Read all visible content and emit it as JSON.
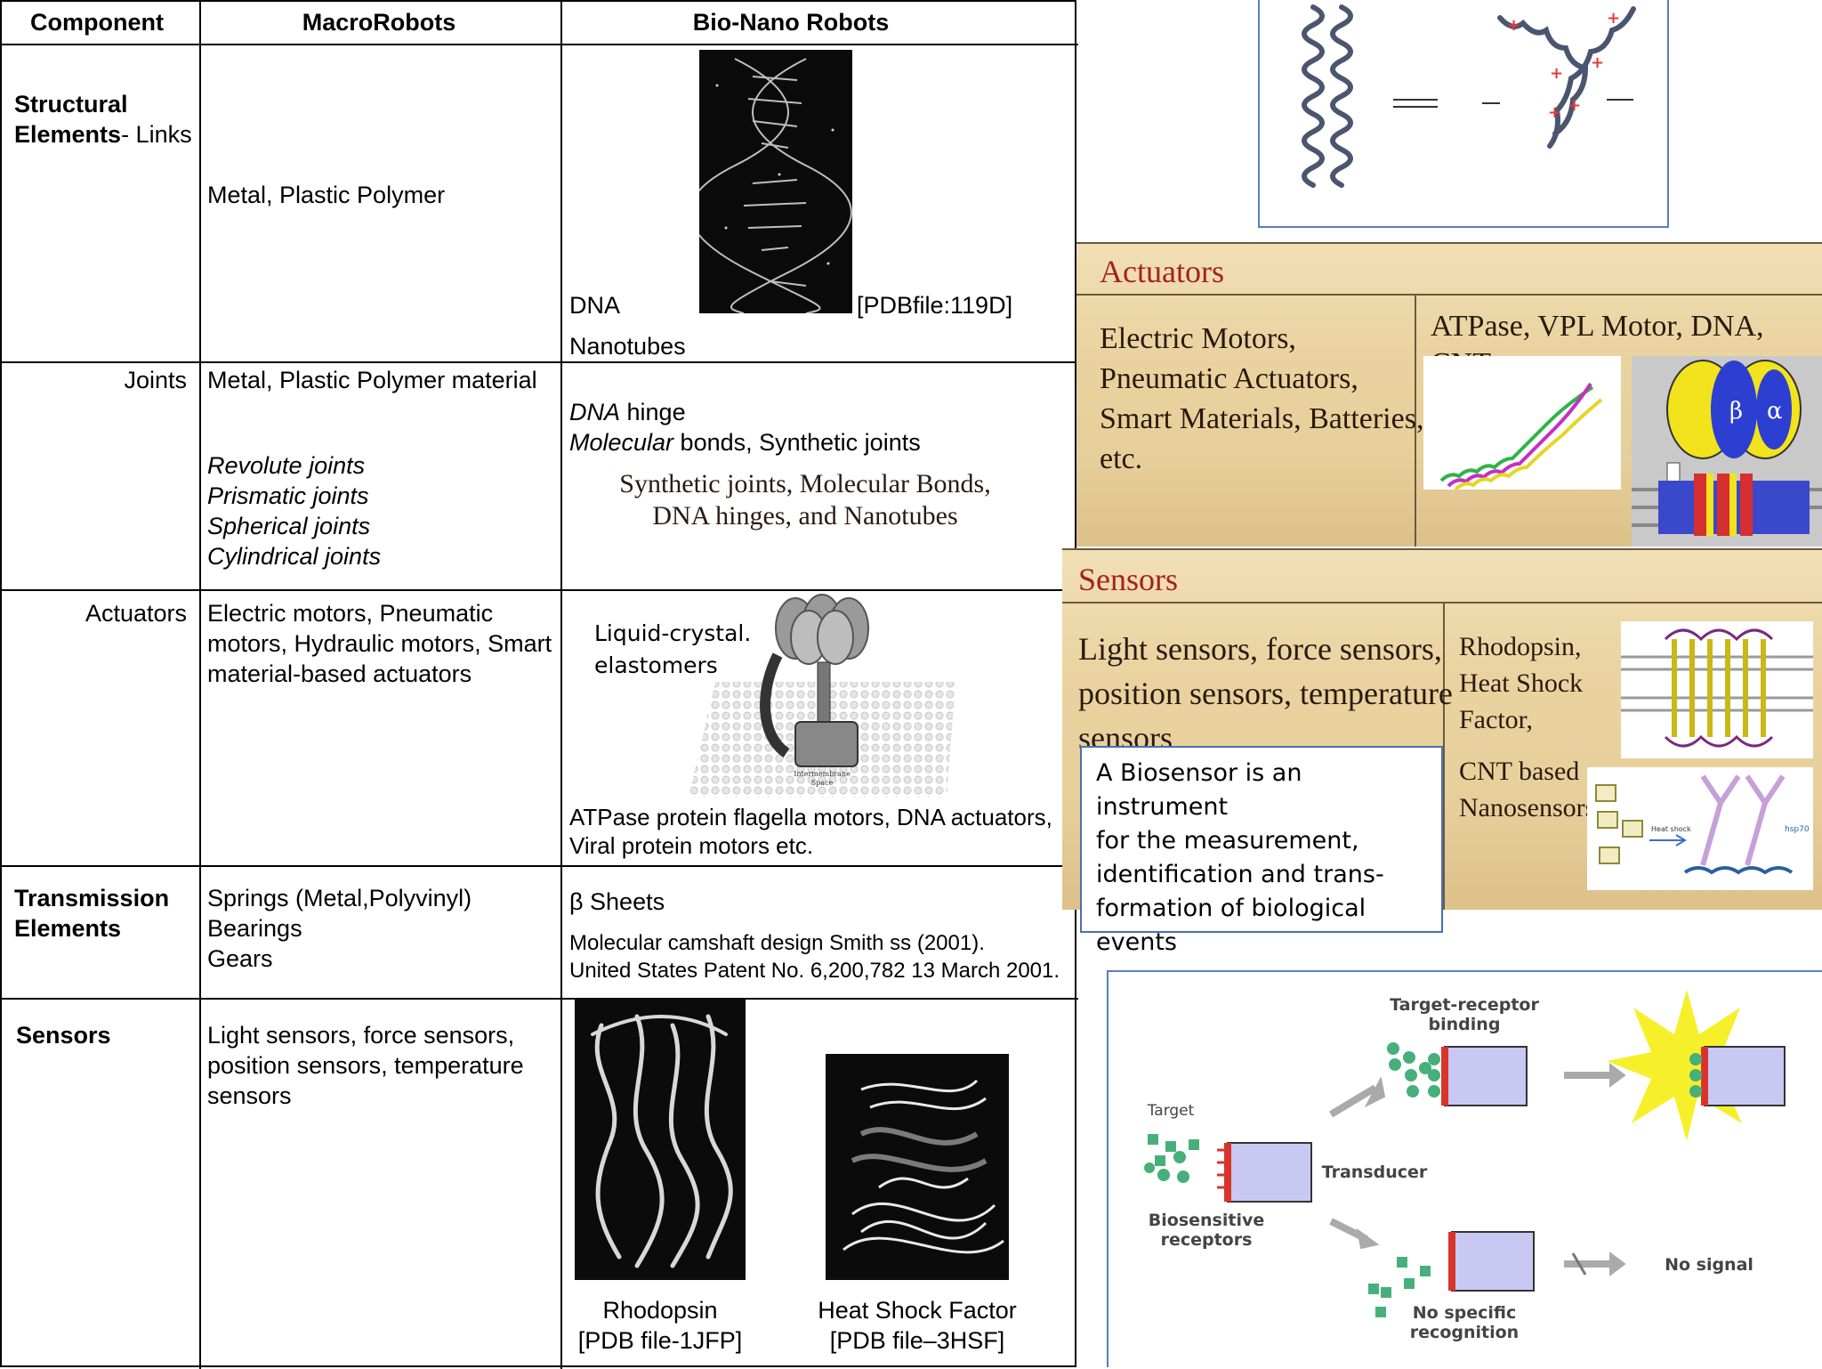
{
  "table": {
    "headers": [
      "Component",
      "MacroRobots",
      "Bio-Nano Robots"
    ],
    "rows": {
      "structural": {
        "label_bold": "Structural Elements",
        "label_rest": "- Links",
        "macro": "Metal, Plastic Polymer",
        "bio_dna": "DNA",
        "bio_pdb": "[PDBfile:119D]",
        "bio_nanotubes": "Nanotubes"
      },
      "joints": {
        "label": "Joints",
        "macro_line": "Metal, Plastic Polymer material",
        "macro_list": [
          "Revolute joints",
          "Prismatic joints",
          "Spherical joints",
          "Cylindrical joints"
        ],
        "bio_dna": "DNA",
        "bio_hinge": " hinge",
        "bio_molecular": "Molecular",
        "bio_bonds": " bonds, Synthetic joints",
        "bio_overlay": [
          "Synthetic joints, Molecular Bonds,",
          "DNA hinges, and Nanotubes"
        ]
      },
      "actuators": {
        "label": "Actuators",
        "macro": "Electric motors, Pneumatic motors, Hydraulic motors, Smart material-based actuators",
        "bio_lce": [
          "Liquid-crystal.",
          "elastomers"
        ],
        "bio_caption": "ATPase protein flagella motors, DNA actuators, Viral protein motors etc.",
        "bio_figure_label": [
          "Intermembrane",
          "Space"
        ]
      },
      "transmission": {
        "label": "Transmission Elements",
        "macro_list": [
          "Springs (Metal,Polyvinyl)",
          "Bearings",
          "Gears"
        ],
        "bio_title": "β Sheets",
        "bio_text": [
          "Molecular camshaft design Smith ss (2001).",
          "United States Patent No. 6,200,782 13 March 2001."
        ]
      },
      "sensors": {
        "label": "Sensors",
        "macro": "Light sensors, force sensors, position sensors, temperature sensors",
        "bio_img1": [
          "Rhodopsin",
          "[PDB file-1JFP]"
        ],
        "bio_img2": [
          "Heat Shock Factor",
          "[PDB file–3HSF]"
        ]
      }
    }
  },
  "actuators_panel": {
    "title": "Actuators",
    "left": [
      "Electric Motors,",
      "Pneumatic Actuators,",
      "Smart Materials, Batteries,",
      "etc."
    ],
    "right": "ATPase, VPL Motor, DNA, CNT",
    "greek": [
      "β",
      "α"
    ]
  },
  "sensors_panel": {
    "title": "Sensors",
    "left": [
      "Light sensors, force sensors,",
      "position sensors, temperature",
      "sensors"
    ],
    "right1": [
      "Rhodopsin,",
      "Heat Shock",
      "Factor,"
    ],
    "right2": [
      "CNT based",
      "Nanosensors"
    ],
    "heat_label": "Heat shock",
    "hsp_label": "hsp70"
  },
  "biosensor_tooltip": {
    "lines": [
      "A Biosensor is an instrument",
      "for the measurement,",
      "identification and trans-",
      "formation of biological",
      "events"
    ]
  },
  "biosensor_diagram": {
    "target": "Target",
    "biosensitive": [
      "Biosensitive",
      "receptors"
    ],
    "transducer": "Transducer",
    "binding": [
      "Target-receptor",
      "binding"
    ],
    "no_specific": [
      "No specific",
      "recognition"
    ],
    "no_signal": "No signal"
  },
  "colors": {
    "panel_title": "#a3231b",
    "tooltip_border": "#4a6fb5",
    "receptor_red": "#d9342b",
    "transducer_fill": "#c9c8f2",
    "target_green": "#47b07a",
    "signal_yellow": "#f6f02a"
  }
}
